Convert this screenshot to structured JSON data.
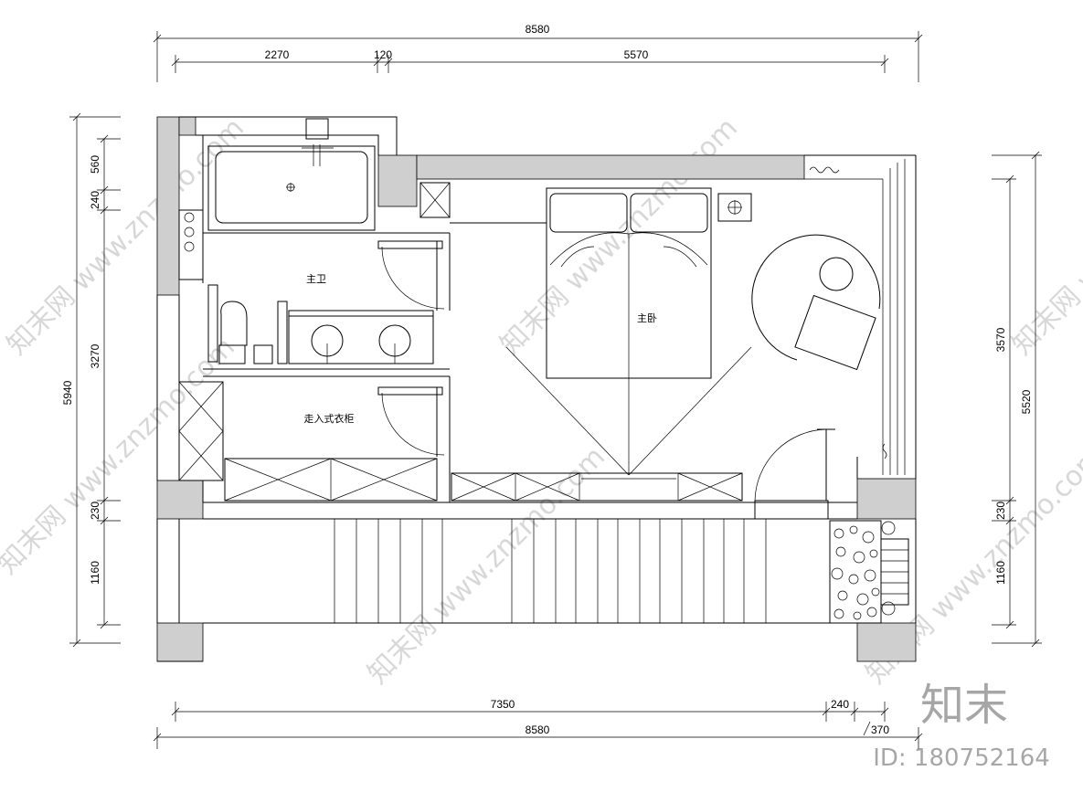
{
  "dimensions": {
    "top_total": "8580",
    "top_seg_1": "2270",
    "top_seg_2": "120",
    "top_seg_3": "5570",
    "bottom_seg_1": "7350",
    "bottom_seg_2": "240",
    "bottom_total": "8580",
    "bottom_small": "370",
    "left_total": "5940",
    "left_seg_1": "560",
    "left_seg_2": "240",
    "left_seg_3": "3270",
    "left_seg_4": "230",
    "left_seg_5": "1160",
    "right_total": "5520",
    "right_seg_1": "3570",
    "right_seg_2": "230",
    "right_seg_3": "1160"
  },
  "rooms": {
    "master_bath": "主卫",
    "master_bedroom": "主卧",
    "walk_in_closet": "走入式衣柜"
  },
  "watermark": {
    "site": "知末网 www.znzmo.com",
    "logo": "知末",
    "id": "ID: 180752164"
  }
}
